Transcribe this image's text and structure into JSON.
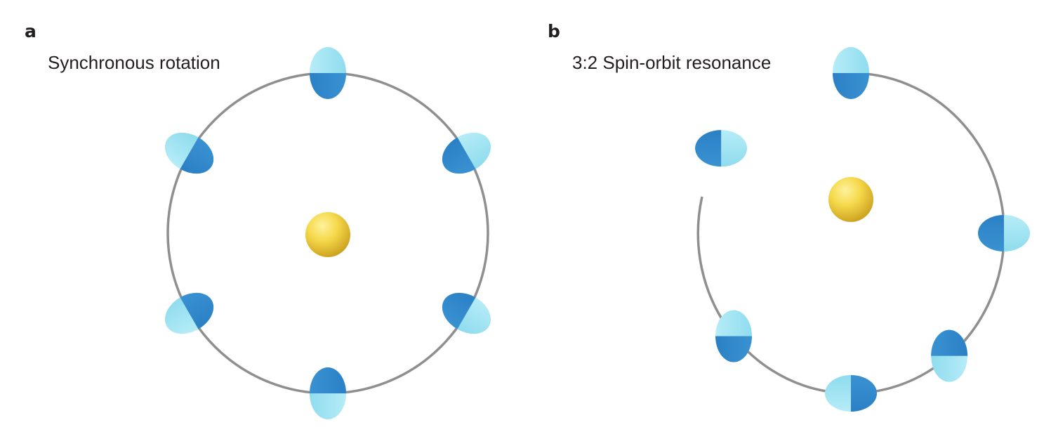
{
  "colors": {
    "orbit": "#8f8f8f",
    "planet_light": "#9fe2f1",
    "planet_dark": "#2f86c9",
    "star_light": "#ffe56a",
    "star_dark": "#c99e1c",
    "text": "#231f20"
  },
  "panels": [
    {
      "letter": "a",
      "title": "Synchronous rotation",
      "orbit_type": "full circle",
      "star": "star",
      "planets": [
        {
          "orbit_angle_deg": 270,
          "dark_side": "toward star"
        },
        {
          "orbit_angle_deg": 330,
          "dark_side": "toward star"
        },
        {
          "orbit_angle_deg": 30,
          "dark_side": "toward star"
        },
        {
          "orbit_angle_deg": 90,
          "dark_side": "toward star"
        },
        {
          "orbit_angle_deg": 150,
          "dark_side": "toward star"
        },
        {
          "orbit_angle_deg": 210,
          "dark_side": "toward star"
        }
      ]
    },
    {
      "letter": "b",
      "title": "3:2 Spin-orbit resonance",
      "orbit_type": "partial circle with gap at upper left",
      "star": "star",
      "planets": [
        {
          "orbit_angle_deg": 270,
          "dark_direction_deg": 90
        },
        {
          "orbit_angle_deg": 0,
          "dark_direction_deg": 180
        },
        {
          "orbit_angle_deg": 50,
          "dark_direction_deg": 270
        },
        {
          "orbit_angle_deg": 90,
          "dark_direction_deg": 0
        },
        {
          "orbit_angle_deg": 140,
          "dark_direction_deg": 90
        },
        {
          "orbit_angle_deg": 212,
          "dark_direction_deg": 180
        }
      ]
    }
  ]
}
